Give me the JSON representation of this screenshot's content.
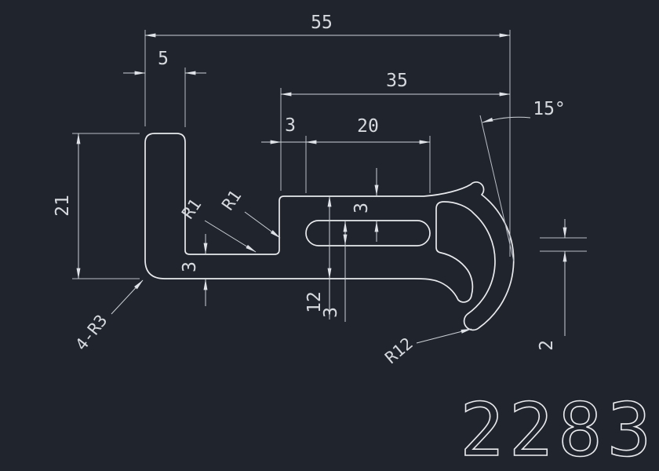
{
  "colors": {
    "background": "#20242d",
    "line": "#e8eaed",
    "dimension": "#ccd1d6",
    "text": "#d6dade"
  },
  "part_number": "2283",
  "dims": {
    "total_width": "55",
    "leg_width": "5",
    "right_span": "35",
    "slot_length": "20",
    "step_wall": "3",
    "angle": "15°",
    "left_height": "21",
    "base_thickness": "3",
    "slot_top_offset": "3",
    "mid_height": "12",
    "slot_height": "3",
    "corner_radius": "4-R3",
    "fillet_a": "R1",
    "fillet_b": "R1",
    "hook_radius": "R12",
    "tip_gap": "2"
  }
}
